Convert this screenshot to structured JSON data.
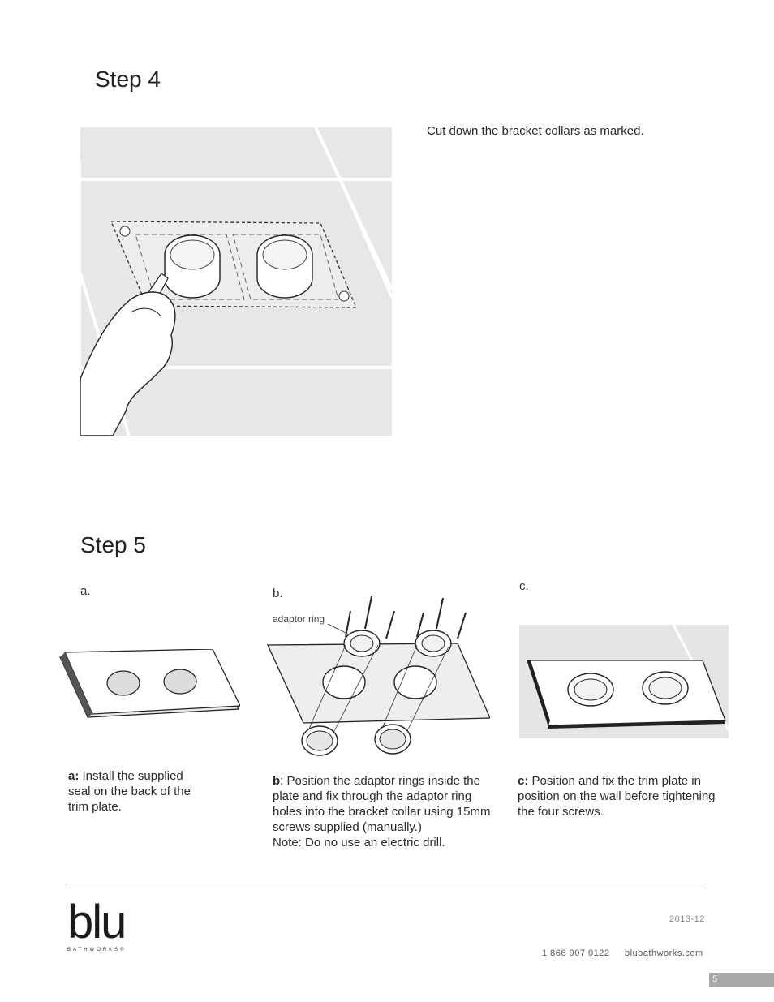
{
  "step4": {
    "title": "Step 4",
    "description": "Cut down the bracket collars as marked."
  },
  "step5": {
    "title": "Step 5",
    "a": {
      "label": "a.",
      "caption_bold": "a:",
      "caption": " Install the supplied seal on the back of the trim plate."
    },
    "b": {
      "label": "b.",
      "callout": "adaptor ring",
      "caption_bold": "b",
      "caption": ": Position the adaptor rings inside the plate and fix through the adaptor ring holes into the bracket collar using 15mm screws supplied (manually.)",
      "note": "Note: Do no use an electric drill."
    },
    "c": {
      "label": "c.",
      "caption_bold": "c:",
      "caption": " Position and fix the trim plate in position on the wall before tightening the four screws."
    }
  },
  "footer": {
    "logo_text": "blu",
    "logo_sub": "BATHWORKS®",
    "date": "2013-12",
    "phone": "1 866 907 0122",
    "website": "blubathworks.com",
    "page_number": "5"
  }
}
